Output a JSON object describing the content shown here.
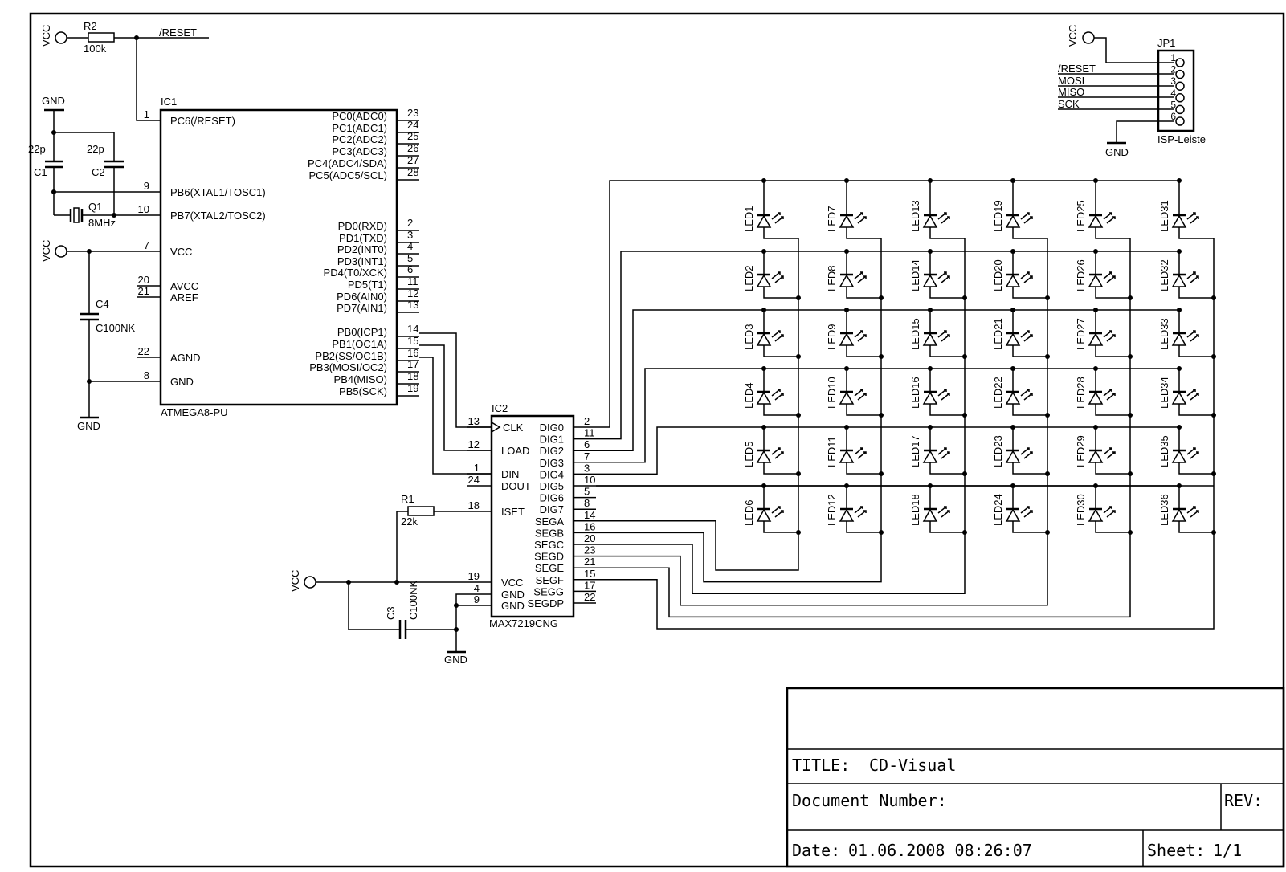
{
  "title_block": {
    "title_label": "TITLE:",
    "title_value": "CD-Visual",
    "doc_number_label": "Document Number:",
    "rev_label": "REV:",
    "date_label": "Date:",
    "date_value": "01.06.2008 08:26:07",
    "sheet_label": "Sheet:",
    "sheet_value": "1/1"
  },
  "components": {
    "r2": {
      "name": "R2",
      "value": "100k"
    },
    "r1": {
      "name": "R1",
      "value": "22k"
    },
    "c1": {
      "name": "C1",
      "value": "22p"
    },
    "c2": {
      "name": "C2",
      "value": "22p"
    },
    "c3": {
      "name": "C3",
      "value": "C100NK"
    },
    "c4": {
      "name": "C4",
      "value": "C100NK"
    },
    "q1": {
      "name": "Q1",
      "value": "8MHz"
    },
    "jp1": {
      "name": "JP1",
      "value": "ISP-Leiste"
    }
  },
  "nets": {
    "vcc": "VCC",
    "gnd": "GND",
    "reset": "/RESET",
    "mosi": "MOSI",
    "miso": "MISO",
    "sck": "SCK"
  },
  "ic1": {
    "name": "IC1",
    "part": "ATMEGA8-PU",
    "left_pins": [
      {
        "num": "1",
        "label": "PC6(/RESET)"
      },
      {
        "num": "9",
        "label": "PB6(XTAL1/TOSC1)"
      },
      {
        "num": "10",
        "label": "PB7(XTAL2/TOSC2)"
      },
      {
        "num": "7",
        "label": "VCC"
      },
      {
        "num": "20",
        "label": "AVCC"
      },
      {
        "num": "21",
        "label": "AREF"
      },
      {
        "num": "22",
        "label": "AGND"
      },
      {
        "num": "8",
        "label": "GND"
      }
    ],
    "right_pins": [
      {
        "num": "23",
        "label": "PC0(ADC0)"
      },
      {
        "num": "24",
        "label": "PC1(ADC1)"
      },
      {
        "num": "25",
        "label": "PC2(ADC2)"
      },
      {
        "num": "26",
        "label": "PC3(ADC3)"
      },
      {
        "num": "27",
        "label": "PC4(ADC4/SDA)"
      },
      {
        "num": "28",
        "label": "PC5(ADC5/SCL)"
      },
      {
        "num": "2",
        "label": "PD0(RXD)"
      },
      {
        "num": "3",
        "label": "PD1(TXD)"
      },
      {
        "num": "4",
        "label": "PD2(INT0)"
      },
      {
        "num": "5",
        "label": "PD3(INT1)"
      },
      {
        "num": "6",
        "label": "PD4(T0/XCK)"
      },
      {
        "num": "11",
        "label": "PD5(T1)"
      },
      {
        "num": "12",
        "label": "PD6(AIN0)"
      },
      {
        "num": "13",
        "label": "PD7(AIN1)"
      },
      {
        "num": "14",
        "label": "PB0(ICP1)"
      },
      {
        "num": "15",
        "label": "PB1(OC1A)"
      },
      {
        "num": "16",
        "label": "PB2(SS/OC1B)"
      },
      {
        "num": "17",
        "label": "PB3(MOSI/OC2)"
      },
      {
        "num": "18",
        "label": "PB4(MISO)"
      },
      {
        "num": "19",
        "label": "PB5(SCK)"
      }
    ]
  },
  "ic2": {
    "name": "IC2",
    "part": "MAX7219CNG",
    "left_pins": [
      {
        "num": "13",
        "label": "CLK"
      },
      {
        "num": "12",
        "label": "LOAD"
      },
      {
        "num": "1",
        "label": "DIN"
      },
      {
        "num": "24",
        "label": "DOUT"
      },
      {
        "num": "18",
        "label": "ISET"
      },
      {
        "num": "19",
        "label": "VCC"
      },
      {
        "num": "4",
        "label": "GND"
      },
      {
        "num": "9",
        "label": "GND"
      }
    ],
    "right_pins": [
      {
        "num": "2",
        "label": "DIG0"
      },
      {
        "num": "11",
        "label": "DIG1"
      },
      {
        "num": "6",
        "label": "DIG2"
      },
      {
        "num": "7",
        "label": "DIG3"
      },
      {
        "num": "3",
        "label": "DIG4"
      },
      {
        "num": "10",
        "label": "DIG5"
      },
      {
        "num": "5",
        "label": "DIG6"
      },
      {
        "num": "8",
        "label": "DIG7"
      },
      {
        "num": "14",
        "label": "SEGA"
      },
      {
        "num": "16",
        "label": "SEGB"
      },
      {
        "num": "20",
        "label": "SEGC"
      },
      {
        "num": "23",
        "label": "SEGD"
      },
      {
        "num": "21",
        "label": "SEGE"
      },
      {
        "num": "15",
        "label": "SEGF"
      },
      {
        "num": "17",
        "label": "SEGG"
      },
      {
        "num": "22",
        "label": "SEGDP"
      }
    ]
  },
  "jp1_pins": [
    "1",
    "2",
    "3",
    "4",
    "5",
    "6"
  ],
  "leds": [
    "LED1",
    "LED2",
    "LED3",
    "LED4",
    "LED5",
    "LED6",
    "LED7",
    "LED8",
    "LED9",
    "LED10",
    "LED11",
    "LED12",
    "LED13",
    "LED14",
    "LED15",
    "LED16",
    "LED17",
    "LED18",
    "LED19",
    "LED20",
    "LED21",
    "LED22",
    "LED23",
    "LED24",
    "LED25",
    "LED26",
    "LED27",
    "LED28",
    "LED29",
    "LED30",
    "LED31",
    "LED32",
    "LED33",
    "LED34",
    "LED35",
    "LED36"
  ]
}
